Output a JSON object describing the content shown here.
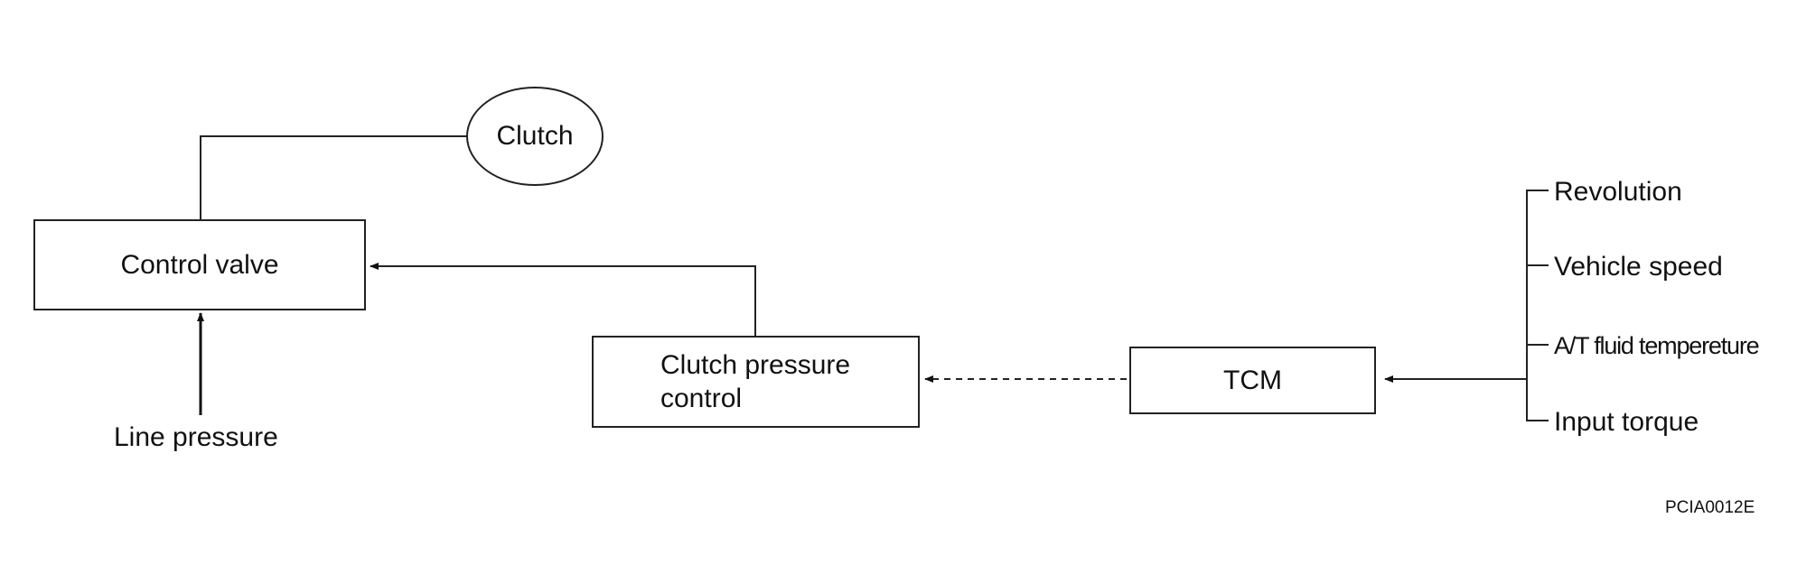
{
  "diagram": {
    "clutch": "Clutch",
    "control_valve": "Control valve",
    "line_pressure": "Line pressure",
    "clutch_pressure_control": [
      "Clutch pressure",
      "control"
    ],
    "tcm": "TCM",
    "inputs": [
      "Revolution",
      "Vehicle speed",
      "A/T fluid tempereture",
      "Input torque"
    ],
    "figure_code": "PCIA0012E"
  }
}
